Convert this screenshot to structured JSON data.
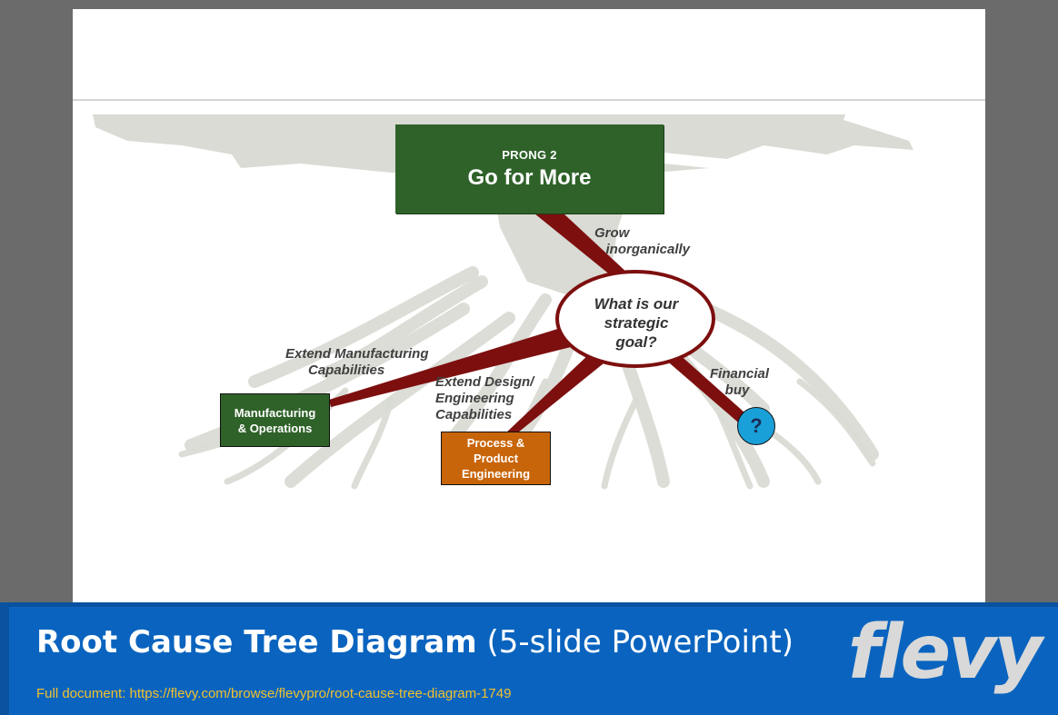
{
  "slide": {
    "prong_label": "PRONG 2",
    "prong_title": "Go for More",
    "center_question": "What is our\nstrategic\ngoal?",
    "branches": {
      "grow": "Grow\n   inorganically",
      "manufacturing": "Extend Manufacturing\n      Capabilities",
      "design": "Extend Design/\nEngineering\nCapabilities",
      "financial": "Financial\n    buy"
    },
    "boxes": {
      "manufacturing": "Manufacturing\n& Operations",
      "process": "Process &\nProduct\nEngineering"
    },
    "question_mark": "?"
  },
  "colors": {
    "green": "#2f6229",
    "orange": "#c8650a",
    "maroon": "#7d0f0f",
    "blue": "#1aa0d8",
    "tree": "#d9dbd4"
  },
  "footer": {
    "title_bold": "Root Cause Tree Diagram",
    "title_rest": "(5-slide PowerPoint)",
    "link": "Full document: https://flevy.com/browse/flevypro/root-cause-tree-diagram-1749",
    "logo": "flevy"
  }
}
